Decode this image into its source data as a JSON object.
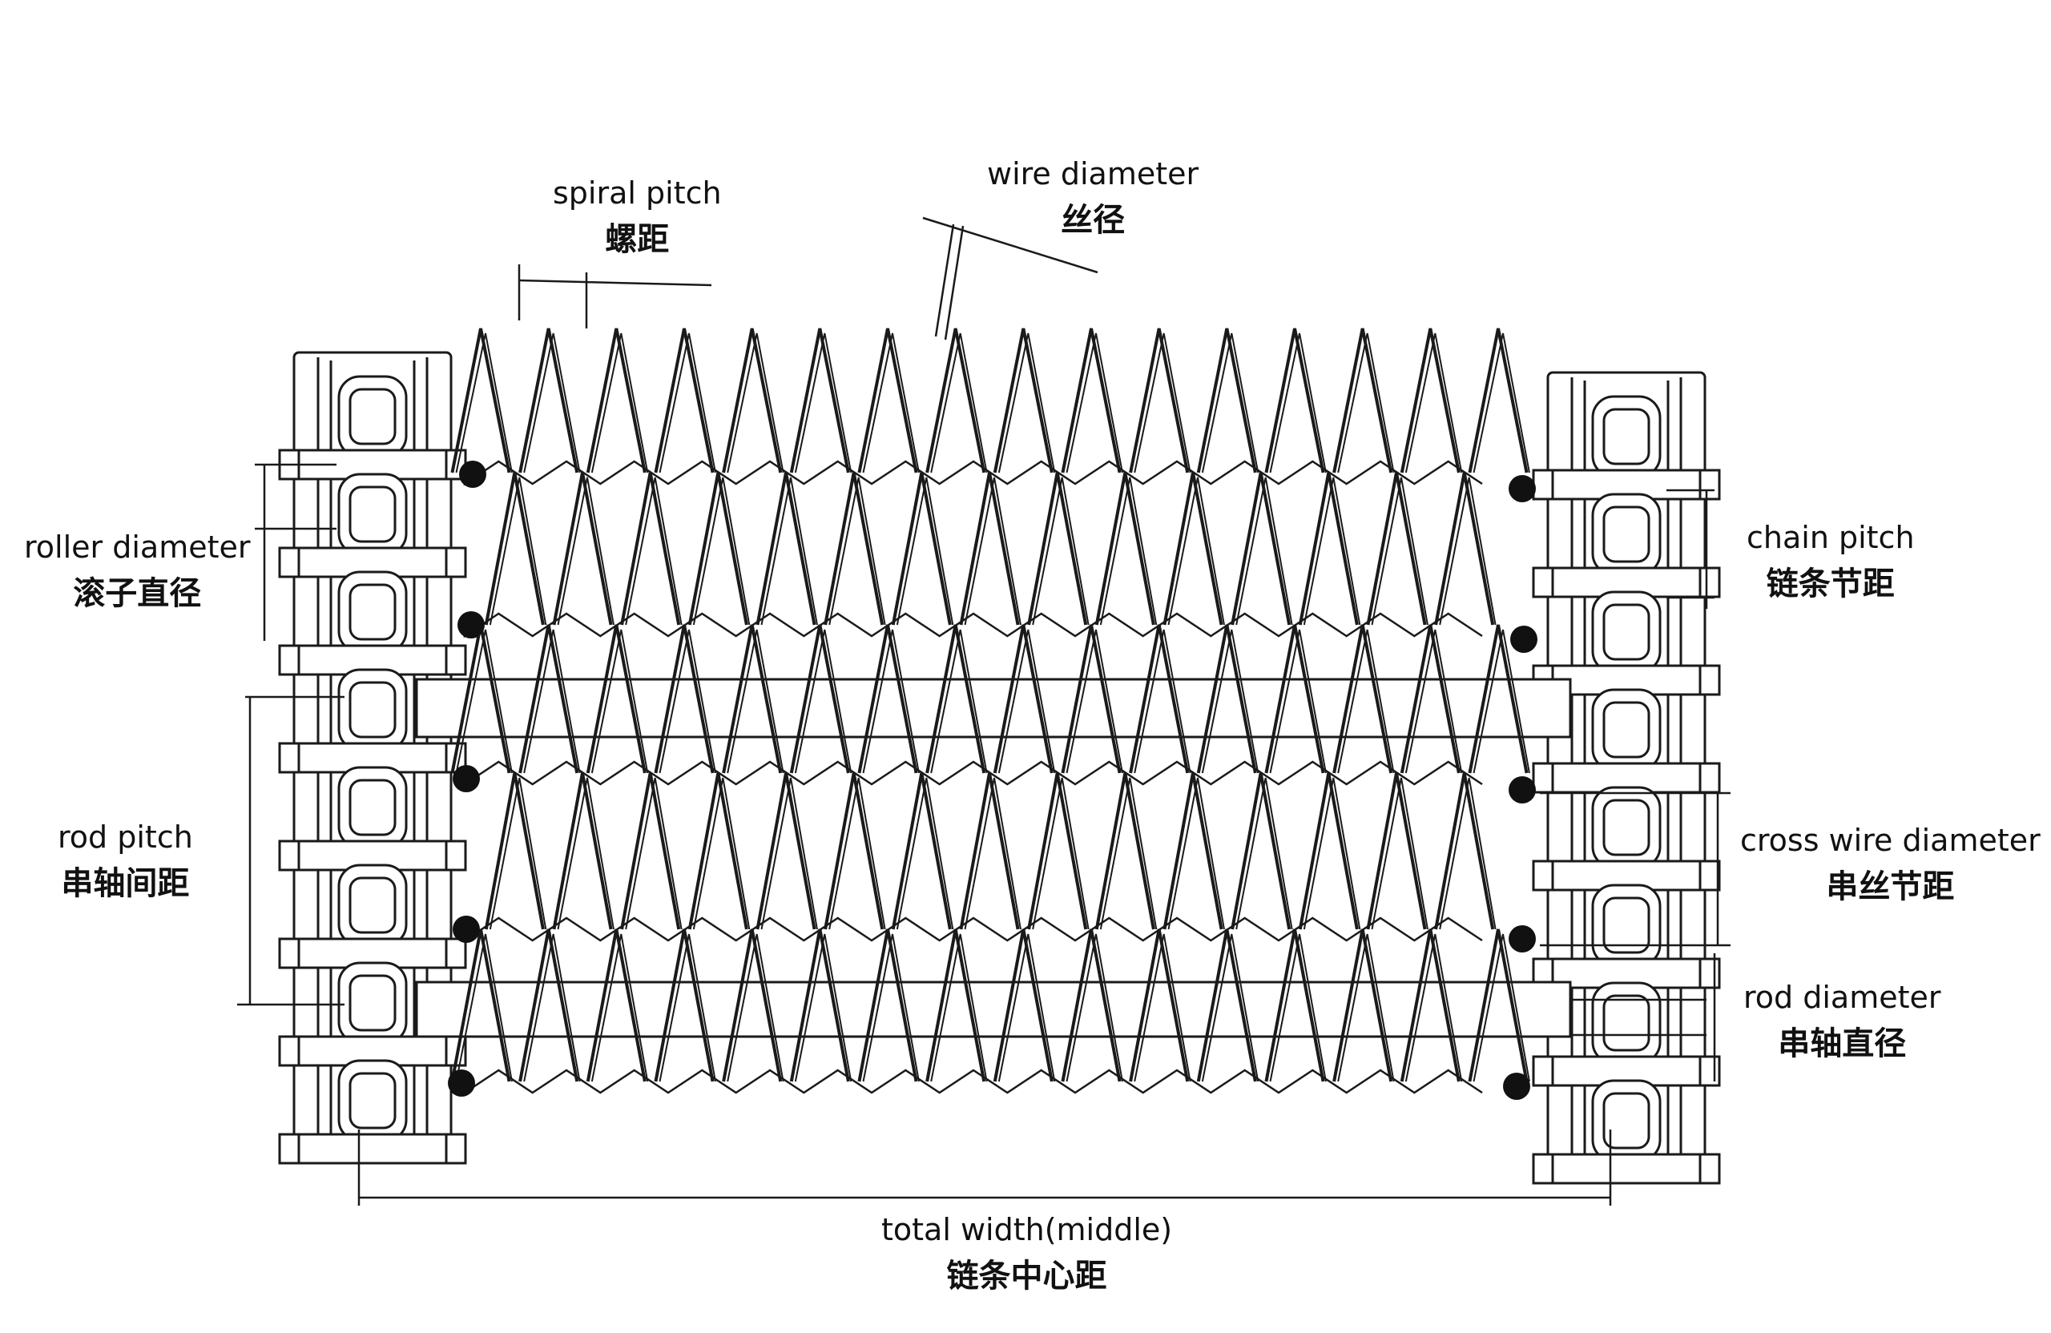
{
  "labels": {
    "spiral_pitch": {
      "en": "spiral pitch",
      "zh": "螺距"
    },
    "wire_diameter": {
      "en": "wire diameter",
      "zh": "丝径"
    },
    "roller_diameter": {
      "en": "roller diameter",
      "zh": "滚子直径"
    },
    "rod_pitch": {
      "en": "rod pitch",
      "zh": "串轴间距"
    },
    "chain_pitch": {
      "en": "chain pitch",
      "zh": "链条节距"
    },
    "cross_wire_diameter": {
      "en": "cross wire diameter",
      "zh": "串丝节距"
    },
    "rod_diameter": {
      "en": "rod diameter",
      "zh": "串轴直径"
    },
    "total_width": {
      "en": "total width(middle)",
      "zh": "链条中心距"
    }
  },
  "colors": {
    "line": "#1a1a1a",
    "knob": "#111111",
    "background": "#ffffff"
  }
}
